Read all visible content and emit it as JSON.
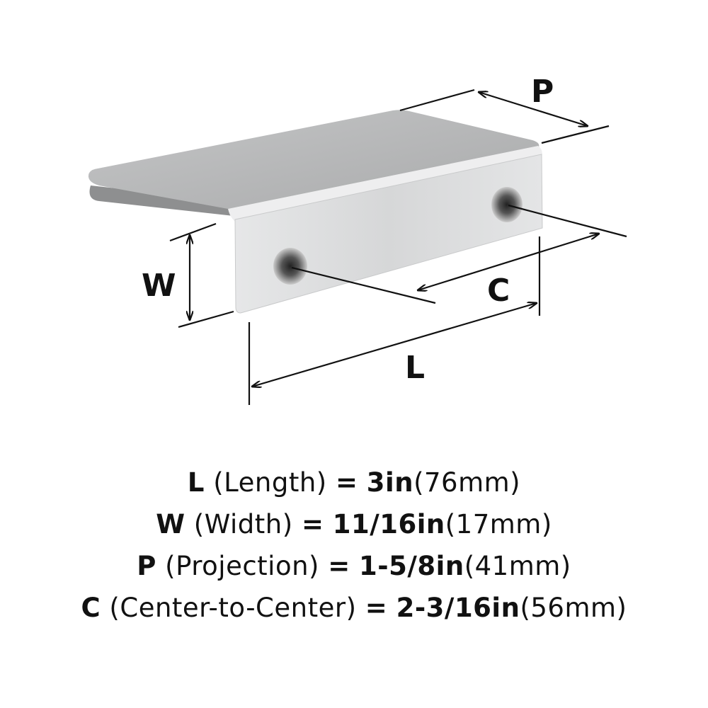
{
  "diagram": {
    "labels": {
      "P": "P",
      "W": "W",
      "C": "C",
      "L": "L"
    },
    "colors": {
      "metal_top": "#b9babb",
      "metal_front": "#d9dadb",
      "line": "#111111"
    }
  },
  "specs": [
    {
      "key": "L",
      "name": "(Length)",
      "eq": "=",
      "imperial": "3in",
      "metric": "(76mm)"
    },
    {
      "key": "W",
      "name": "(Width)",
      "eq": "=",
      "imperial": "11/16in",
      "metric": "(17mm)"
    },
    {
      "key": "P",
      "name": "(Projection)",
      "eq": "=",
      "imperial": "1-5/8in",
      "metric": "(41mm)"
    },
    {
      "key": "C",
      "name": "(Center-to-Center)",
      "eq": "=",
      "imperial": "2-3/16in",
      "metric": "(56mm)"
    }
  ]
}
